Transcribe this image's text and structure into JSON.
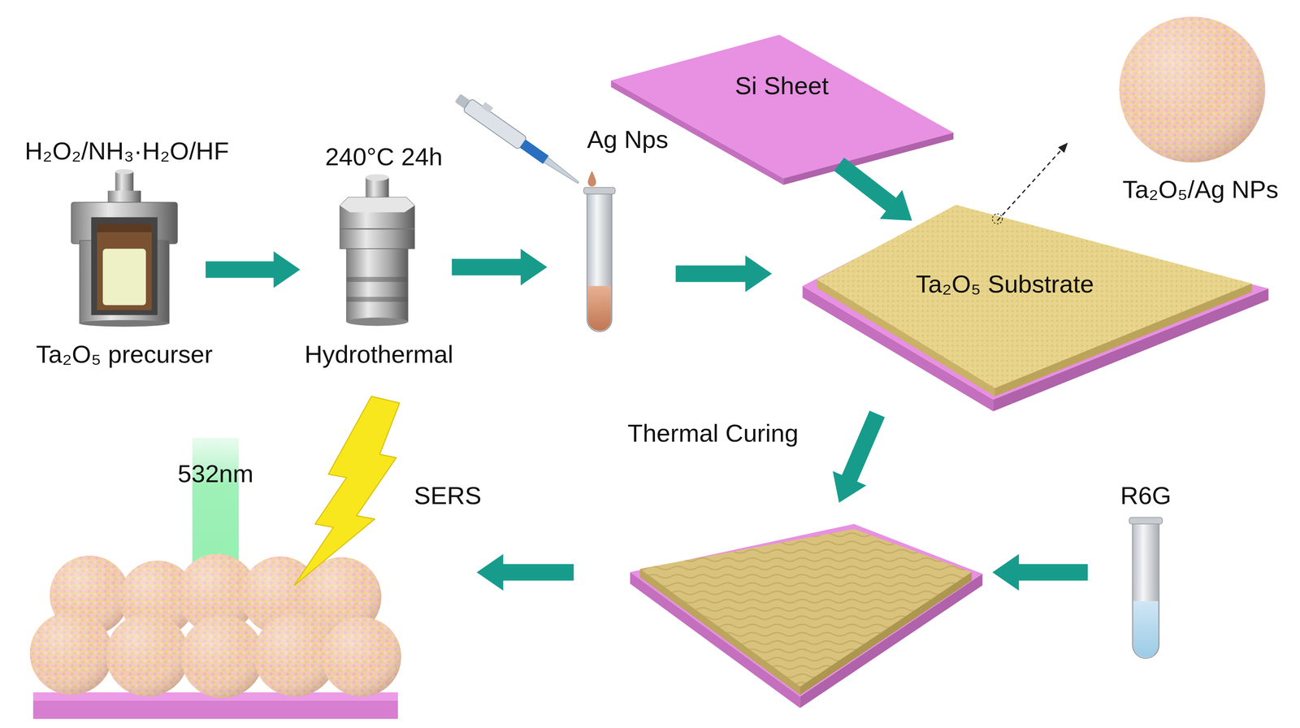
{
  "diagram": {
    "nodes": [
      {
        "text": [
          "H₂O₂/NH₃·H₂O/HF",
          "Ta₂O₅ precurser"
        ]
      },
      {
        "text": [
          "240°C 24h",
          "Hydrothermal"
        ]
      },
      {
        "text": [
          "Ag Nps"
        ]
      },
      {
        "text": [
          "Si Sheet"
        ]
      },
      {
        "text": [
          "Ta₂O₅ Substrate"
        ]
      },
      {
        "text": [
          "Ta₂O₅/Ag NPs"
        ]
      },
      {
        "text": [
          "Thermal Curing"
        ]
      },
      {
        "text": [
          "R6G"
        ]
      },
      {
        "text": [
          "532nm",
          "SERS"
        ]
      }
    ],
    "edges": [
      {
        "from": 0,
        "to": 1,
        "arrow": "to"
      },
      {
        "from": 1,
        "to": 2,
        "arrow": "to"
      },
      {
        "from": 2,
        "to": 4,
        "arrow": "to"
      },
      {
        "from": 3,
        "to": 4,
        "arrow": "to"
      },
      {
        "from": 4,
        "to": 5,
        "arrow": "to"
      },
      {
        "from": 4,
        "to": 6,
        "arrow": "to"
      },
      {
        "from": 7,
        "to": 6,
        "arrow": "to"
      },
      {
        "from": 6,
        "to": 8,
        "arrow": "to"
      }
    ]
  }
}
